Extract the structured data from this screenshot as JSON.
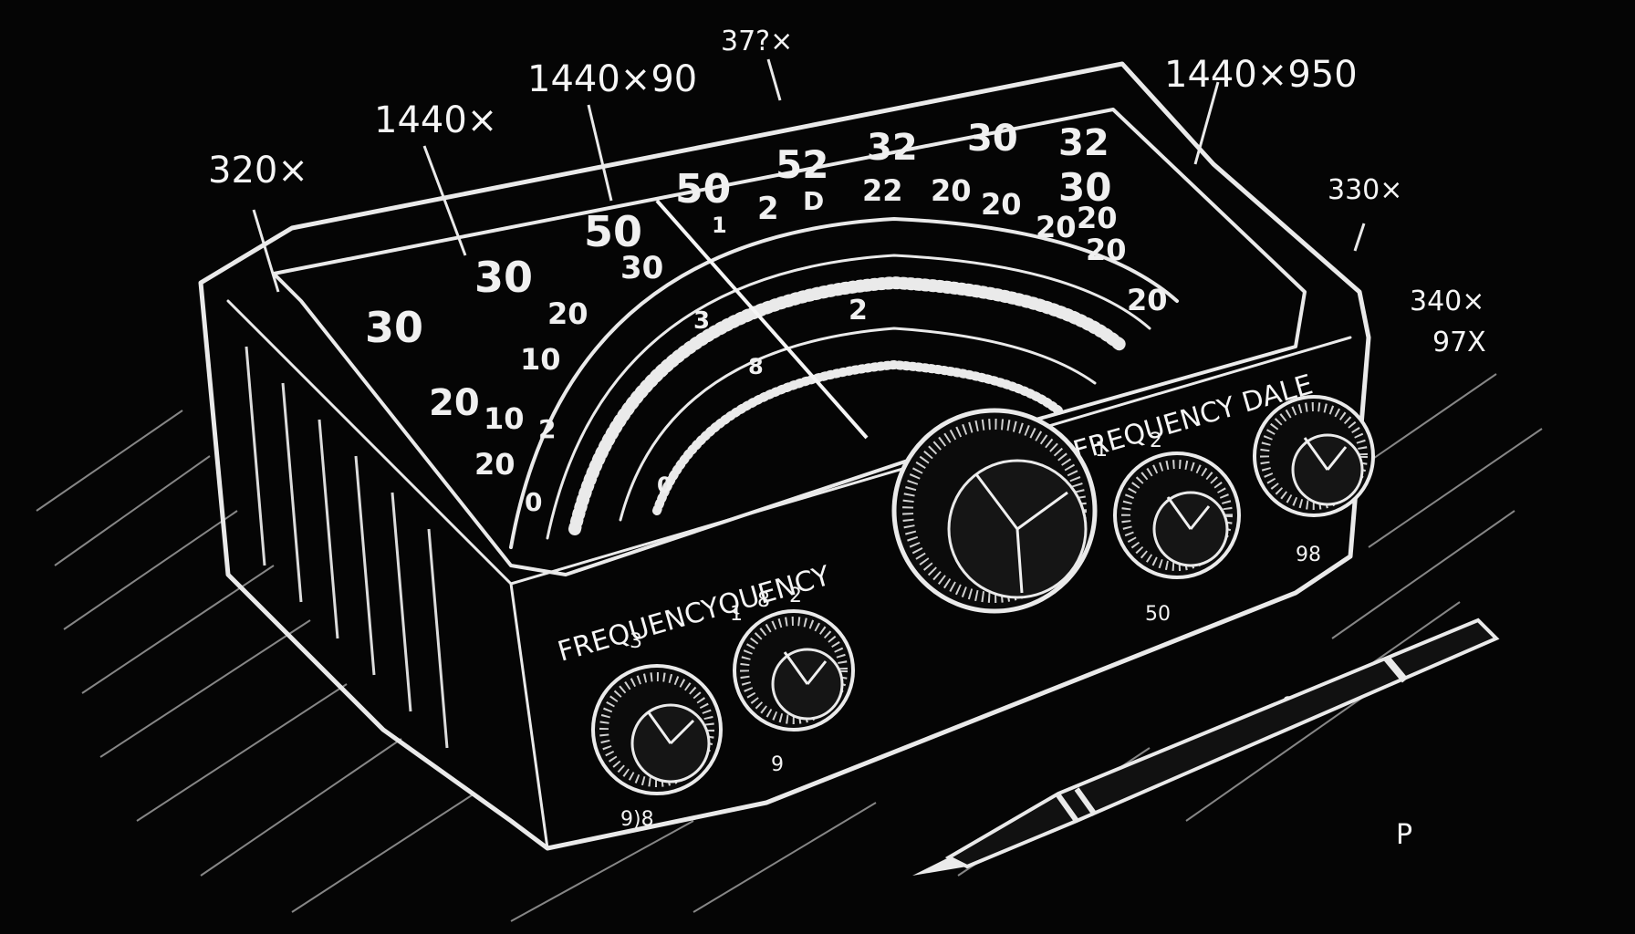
{
  "annotations": [
    {
      "id": "a1",
      "text": "320×"
    },
    {
      "id": "a2",
      "text": "1440×"
    },
    {
      "id": "a3",
      "text": "1440×90"
    },
    {
      "id": "a4",
      "text": "37?×"
    },
    {
      "id": "a5",
      "text": "1440×950"
    },
    {
      "id": "a6",
      "text": "330×"
    },
    {
      "id": "a7",
      "text": "340×"
    },
    {
      "id": "a8",
      "text": "97X"
    }
  ],
  "dial_numbers": {
    "left_column": [
      "30",
      "30",
      "20",
      "20",
      "10",
      "10",
      "20",
      "2",
      "0",
      "0"
    ],
    "inner_arc": [
      "50",
      "30",
      "3",
      "8",
      "1",
      "2",
      "50",
      "2",
      "D"
    ],
    "top_arc": [
      "52",
      "32",
      "30",
      "32",
      "22",
      "20",
      "20",
      "30",
      "20",
      "20",
      "20",
      "20"
    ]
  },
  "panel": {
    "left_label": "FREQUENCYQUENCY",
    "right_label": "FREQUENCY DALE",
    "small_marks": [
      "3",
      "1",
      "2",
      "8",
      "1",
      "2",
      "9",
      "50",
      "98",
      "8",
      "9)8"
    ]
  },
  "corner_mark": "P",
  "colors": {
    "background": "#050505",
    "ink": "#eaeaea"
  },
  "icons": [
    "knob-icon",
    "pen-icon"
  ]
}
